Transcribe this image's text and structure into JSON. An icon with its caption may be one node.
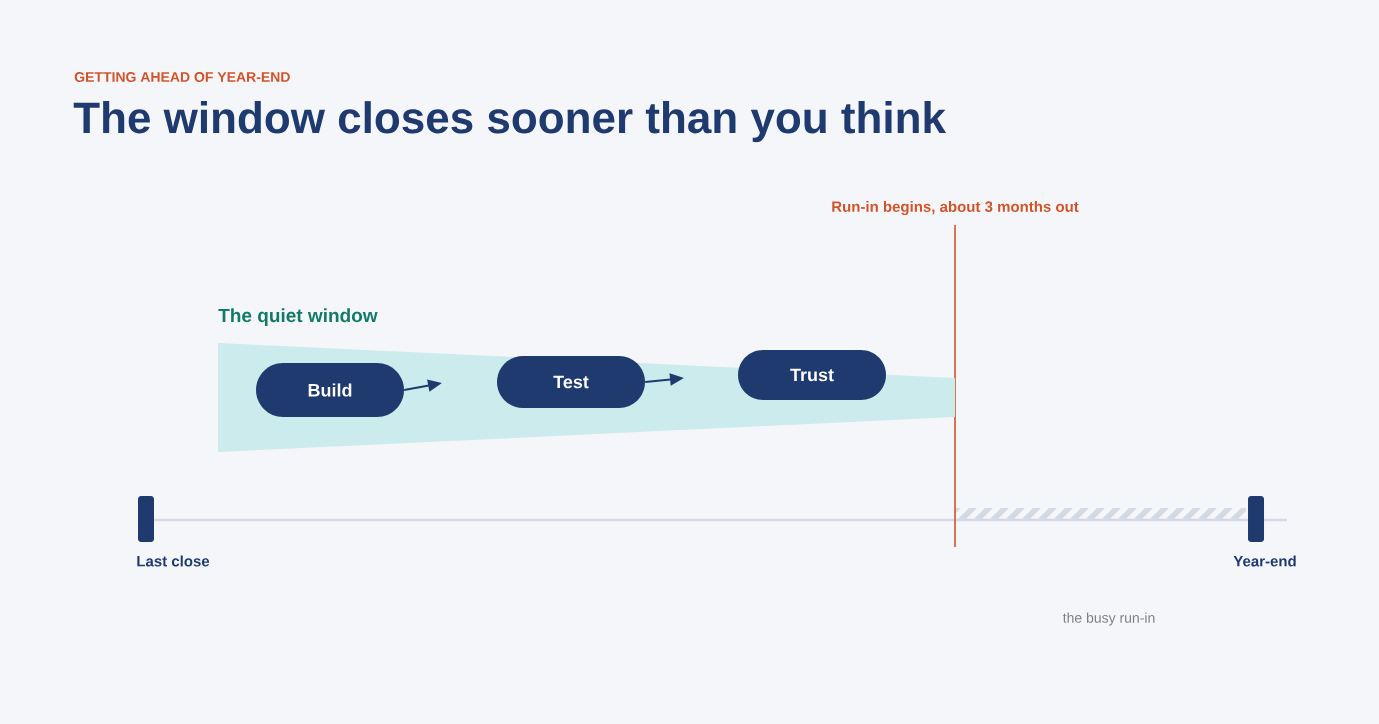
{
  "diagram": {
    "title": "The window closes sooner than you think",
    "nodes": [
      {
        "text": [
          "The quiet window"
        ]
      },
      {
        "text": [
          "Build"
        ],
        "in": 0
      },
      {
        "text": [
          "Test"
        ],
        "in": 0
      },
      {
        "text": [
          "Trust"
        ],
        "in": 0
      }
    ],
    "edges": [
      {
        "from": 1,
        "to": null,
        "arrow": "to"
      },
      {
        "from": 2,
        "to": null,
        "arrow": "to"
      }
    ],
    "labels": [
      "GETTING AHEAD OF YEAR-END",
      "Run-in begins, about 3 months out",
      "Last close",
      "Year-end",
      "the busy run-in"
    ]
  }
}
